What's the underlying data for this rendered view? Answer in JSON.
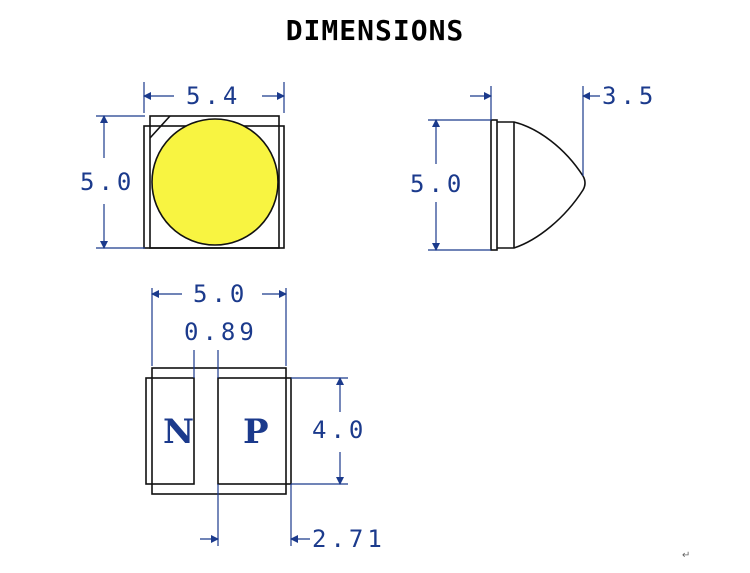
{
  "title": "DIMENSIONS",
  "top_view": {
    "width_label": "5.4",
    "height_label": "5.0",
    "lens_color": "#f8f441"
  },
  "side_view": {
    "height_label": "5.0",
    "depth_label": "3.5"
  },
  "bottom_view": {
    "width_label": "5.0",
    "gap_label": "0.89",
    "pad_height_label": "4.0",
    "pad_width_label": "2.71",
    "n_label": "N",
    "p_label": "P"
  },
  "corner_mark": "↵",
  "colors": {
    "dimension": "#1b3a8c",
    "body": "#111111"
  }
}
